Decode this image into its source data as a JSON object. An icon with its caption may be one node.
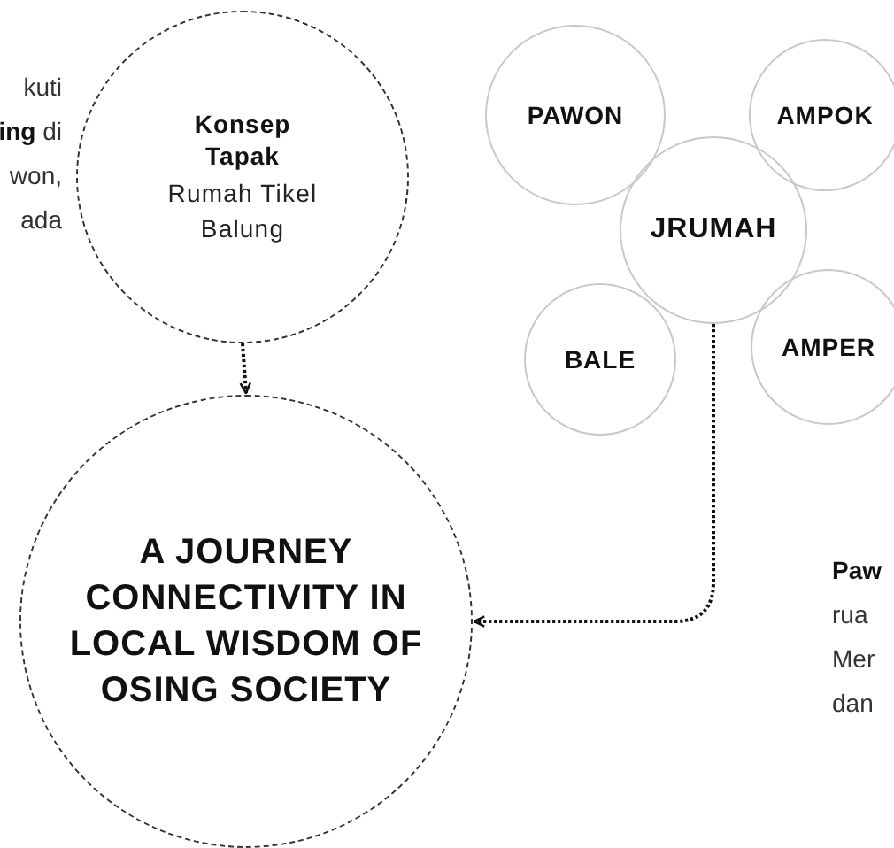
{
  "diagram": {
    "nodes": [
      {
        "text": [
          "Konsep Tapak",
          "Rumah Tikel Balung"
        ]
      },
      {
        "text": [
          "PAWON"
        ]
      },
      {
        "text": [
          "AMPOK"
        ]
      },
      {
        "text": [
          "JRUMAH"
        ]
      },
      {
        "text": [
          "BALE"
        ]
      },
      {
        "text": [
          "AMPER"
        ]
      },
      {
        "text": [
          "A JOURNEY CONNECTIVITY IN LOCAL WISDOM OF OSING SOCIETY"
        ]
      }
    ],
    "edges": [
      {
        "from": 0,
        "to": 6,
        "arrow": "to",
        "style": "dashed"
      },
      {
        "from": 3,
        "to": 6,
        "arrow": "to",
        "style": "dashed"
      }
    ],
    "labels": [
      "kuti **ing** di won, ada",
      "**Paw** rua Mer dan"
    ]
  }
}
